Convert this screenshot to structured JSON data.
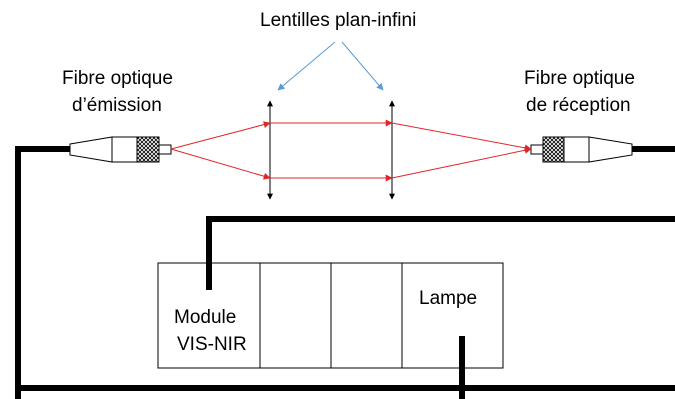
{
  "labels": {
    "lenses": "Lentilles plan-infini",
    "fiber_emission_line1": "Fibre optique",
    "fiber_emission_line2": "d’émission",
    "fiber_reception_line1": "Fibre optique",
    "fiber_reception_line2": "de réception",
    "module_line1": "Module",
    "module_line2": "VIS-NIR",
    "lamp": "Lampe"
  },
  "colors": {
    "beam": "#e0262c",
    "pointer_arrow": "#5b9bd5",
    "cable": "#000000",
    "outline": "#000000"
  }
}
